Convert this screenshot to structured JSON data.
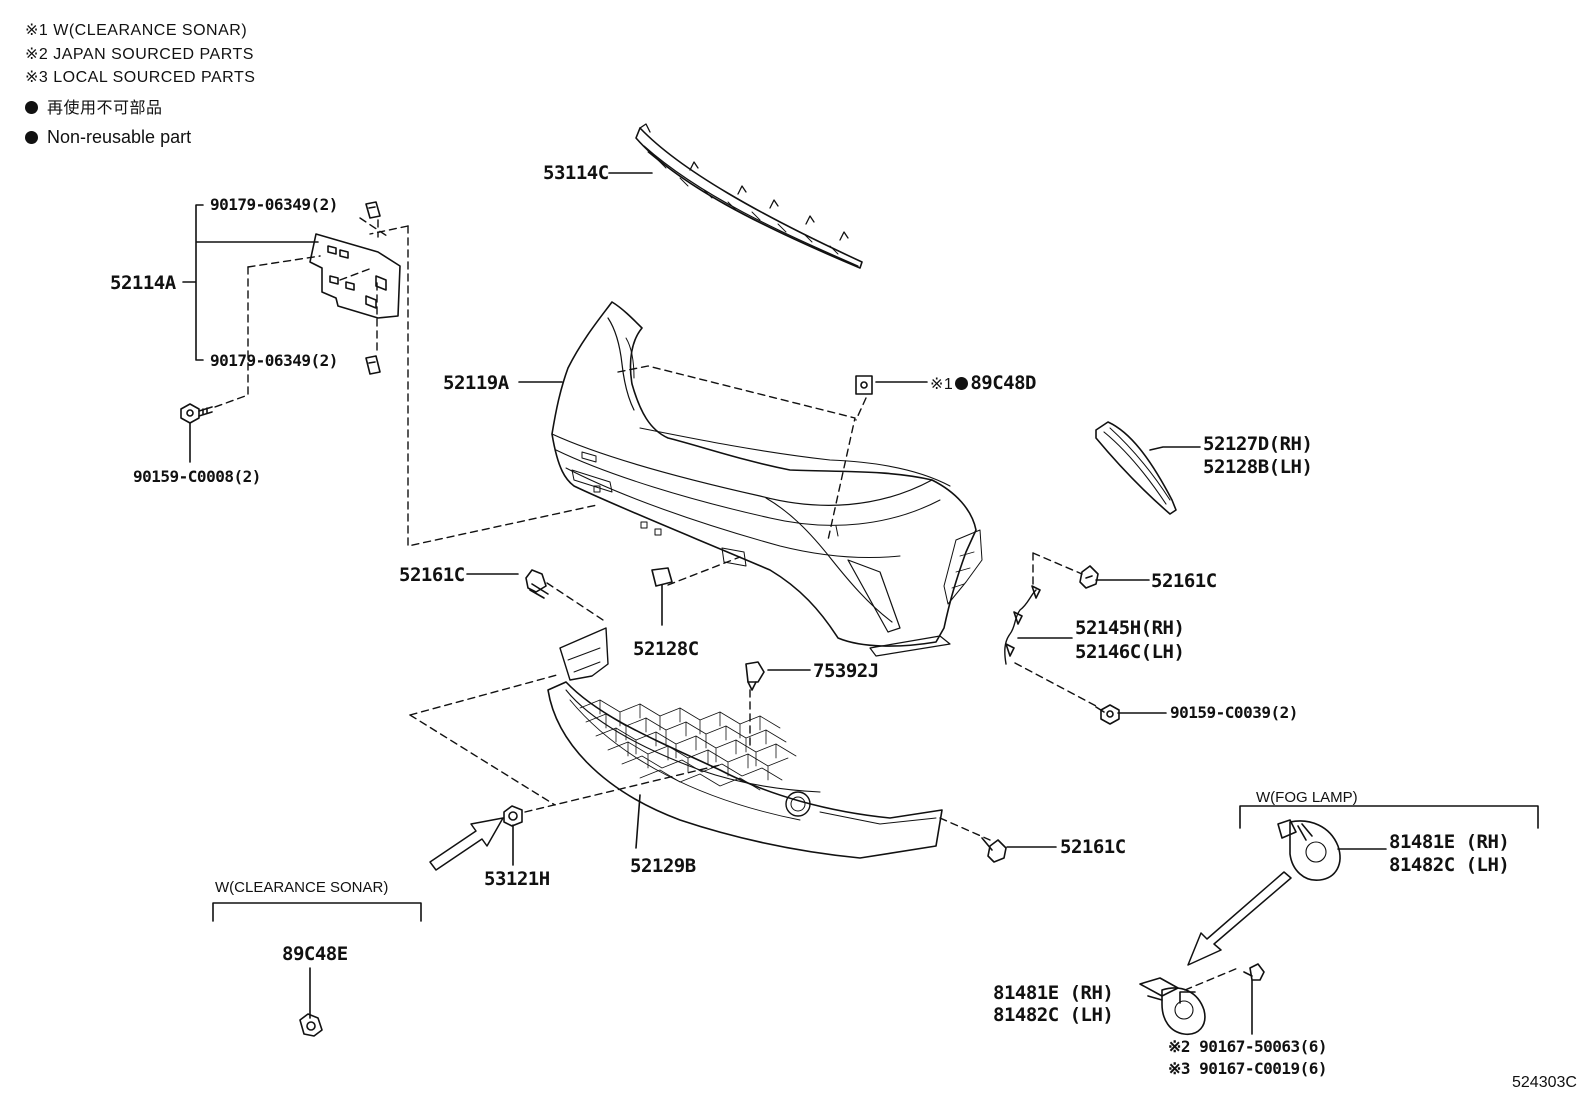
{
  "notes": {
    "n1": "※1 W(CLEARANCE SONAR)",
    "n2": "※2 JAPAN SOURCED PARTS",
    "n3": "※3 LOCAL SOURCED PARTS",
    "nr_jp": "再使用不可部品",
    "nr_en": "Non-reusable part"
  },
  "labels": {
    "p53114C": "53114C",
    "p90179_top": "90179-06349(2)",
    "p52114A": "52114A",
    "p90179_bot": "90179-06349(2)",
    "p90159_C0008": "90159-C0008(2)",
    "p52119A": "52119A",
    "p89C48D_mark": "※1",
    "p89C48D": "89C48D",
    "p52127D": "52127D(RH)",
    "p52128B": "52128B(LH)",
    "p52161C_left": "52161C",
    "p52128C": "52128C",
    "p52161C_right": "52161C",
    "p52145H": "52145H(RH)",
    "p52146C": "52146C(LH)",
    "p75392J": "75392J",
    "p90159_C0039": "90159-C0039(2)",
    "p52161C_bottom": "52161C",
    "p53121H": "53121H",
    "p52129B": "52129B",
    "p89C48E": "89C48E",
    "p81481E_top": "81481E (RH)",
    "p81482C_top": "81482C (LH)",
    "p81481E_bot": "81481E (RH)",
    "p81482C_bot": "81482C (LH)",
    "p90167_50063": "※2 90167-50063(6)",
    "p90167_C0019": "※3 90167-C0019(6)"
  },
  "captions": {
    "clearance_sonar": "W(CLEARANCE SONAR)",
    "fog_lamp": "W(FOG LAMP)"
  },
  "figure_id": "524303C"
}
